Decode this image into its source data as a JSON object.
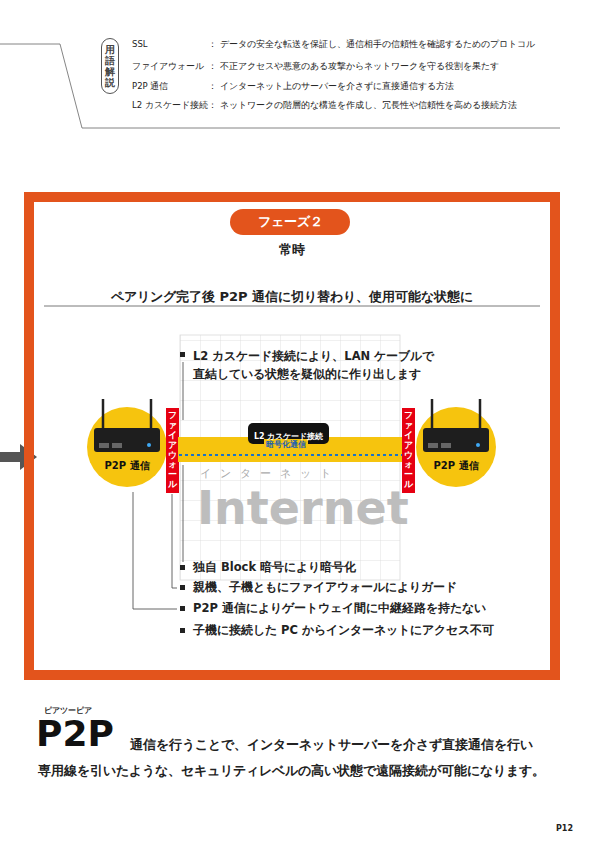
{
  "diagram": {
    "nodes": [
      {
        "text": [
          "用語解説"
        ]
      },
      {
        "text": [
          "常時",
          "ペアリング完了後 P2P 通信に切り替わり、使用可能な状態に"
        ]
      },
      {
        "text": [
          "フェーズ２"
        ],
        "in": 1
      },
      {
        "text": [
          "P2P 通信"
        ],
        "in": 1
      },
      {
        "text": [
          "ファイアウォール"
        ],
        "in": 1
      },
      {
        "text": [
          "暗号化通信"
        ],
        "in": 1
      },
      {
        "text": [
          "L2 カスケード接続"
        ],
        "in": 1
      },
      {
        "text": [
          "ファイアウォール"
        ],
        "in": 1
      },
      {
        "text": [
          "P2P 通信"
        ],
        "in": 1
      }
    ],
    "edges": [
      {
        "from": 4,
        "to": 7,
        "arrow": "none"
      }
    ],
    "labels": [
      "SSL",
      "：",
      "データの安全な転送を保証し、通信相手の信頼性を確認するためのプロトコル",
      "ファイアウォール",
      "：",
      "不正アクセスや悪意のある攻撃からネットワークを守る役割を果たす",
      "P2P 通信",
      "：",
      "インターネット上のサーバーを介さずに直接通信する方法",
      "L2 カスケード接続",
      "：",
      "ネットワークの階層的な構造を作成し、冗長性や信頼性を高める接続方法",
      "L2 カスケード接続により、LAN ケーブルで 直結している状態を疑似的に作り出します",
      "インターネット",
      "Internet",
      "独自 Block 暗号により暗号化",
      "親機、子機ともにファイアウォールによりガード",
      "P2P 通信によりゲートウェイ間に中継経路を持たない",
      "子機に接続した PC からインターネットにアクセス不可",
      "ピアツーピア",
      "P2P",
      "通信を行うことで、インターネットサーバーを介さず直接通信を行い",
      "専用線を引いたような、セキュリティレベルの高い状態で遠隔接続が可能になります。",
      "P12"
    ]
  }
}
